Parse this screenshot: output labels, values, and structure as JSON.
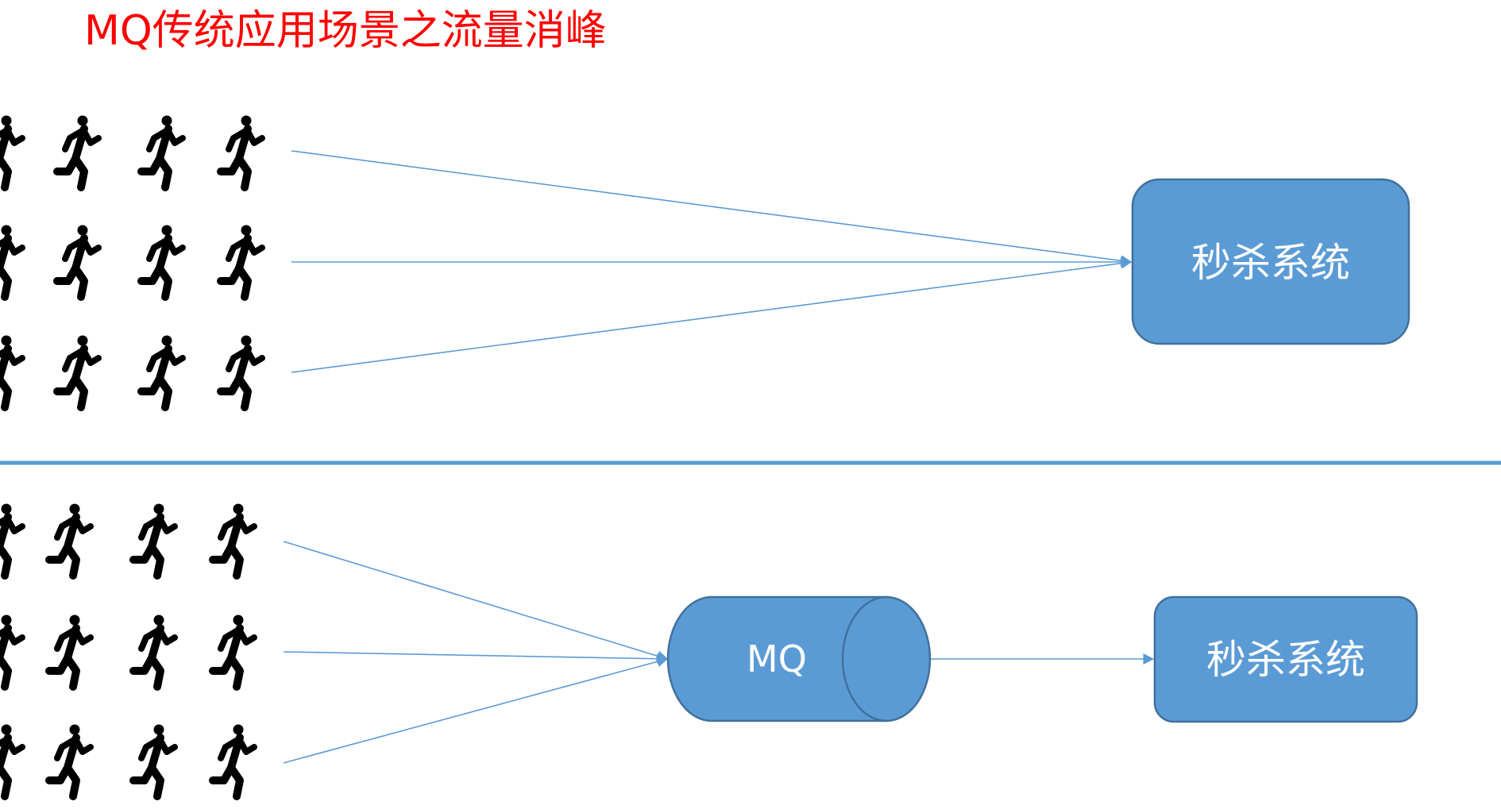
{
  "title": "MQ传统应用场景之流量消峰",
  "top_section": {
    "target_label": "秒杀系统"
  },
  "bottom_section": {
    "queue_label": "MQ",
    "target_label": "秒杀系统"
  },
  "colors": {
    "title": "#ff0000",
    "box_fill": "#5b9bd5",
    "box_border": "#41719c",
    "arrow": "#5b9bd5",
    "divider": "#5b9bd5",
    "runner": "#000000"
  },
  "icons": {
    "runner": "running-person-icon"
  }
}
